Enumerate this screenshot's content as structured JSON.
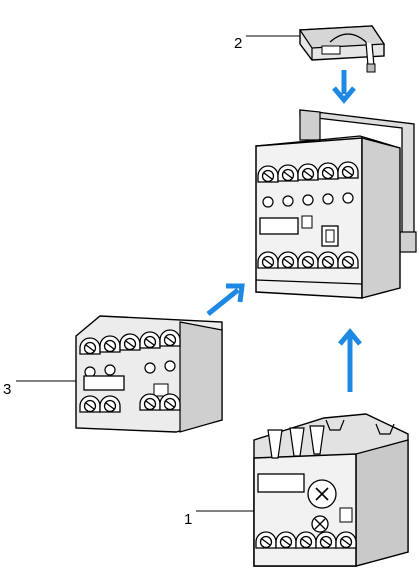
{
  "callouts": [
    {
      "id": "1",
      "label": "1"
    },
    {
      "id": "2",
      "label": "2"
    },
    {
      "id": "3",
      "label": "3"
    }
  ],
  "colors": {
    "arrow": "#1e88e5",
    "outline": "#000000",
    "body_fill": "#f2f2f2",
    "shade": "#c9c9c9"
  },
  "icons": {
    "arrow_down": "arrow-down-icon",
    "arrow_up": "arrow-up-icon",
    "arrow_diagonal": "arrow-diagonal-icon"
  }
}
